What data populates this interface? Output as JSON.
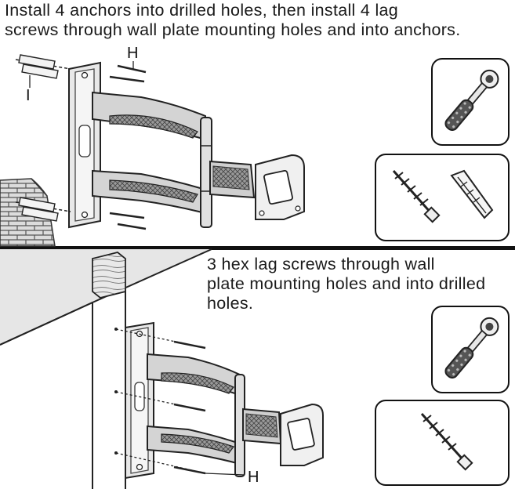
{
  "step_top": {
    "instruction_line1": "Install 4 anchors into drilled holes, then install 4  lag",
    "instruction_line2": "screws through wall plate mounting holes and into anchors.",
    "callout_h": "H",
    "callout_i": "I",
    "tools": [
      "ratchet-wrench",
      "lag-screw",
      "wall-anchor"
    ]
  },
  "step_bottom": {
    "instruction_line1": "3 hex lag screws through wall",
    "instruction_line2": "plate mounting holes and into drilled",
    "instruction_line3": "holes.",
    "callout_h": "H",
    "tools": [
      "ratchet-wrench",
      "lag-screw"
    ]
  }
}
